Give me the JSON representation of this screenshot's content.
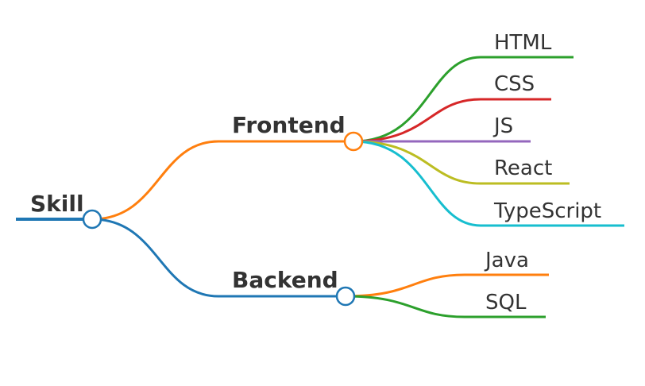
{
  "mindmap": {
    "root": {
      "label": "Skill",
      "color": "#1f77b4"
    },
    "branches": [
      {
        "key": "frontend",
        "label": "Frontend",
        "color": "#ff7f0e",
        "children": [
          {
            "label": "HTML",
            "color": "#2ca02c"
          },
          {
            "label": "CSS",
            "color": "#d62728"
          },
          {
            "label": "JS",
            "color": "#9467bd"
          },
          {
            "label": "React",
            "color": "#bcbd22"
          },
          {
            "label": "TypeScript",
            "color": "#17becf"
          }
        ]
      },
      {
        "key": "backend",
        "label": "Backend",
        "color": "#1f77b4",
        "children": [
          {
            "label": "Java",
            "color": "#ff7f0e"
          },
          {
            "label": "SQL",
            "color": "#2ca02c"
          }
        ]
      }
    ]
  }
}
